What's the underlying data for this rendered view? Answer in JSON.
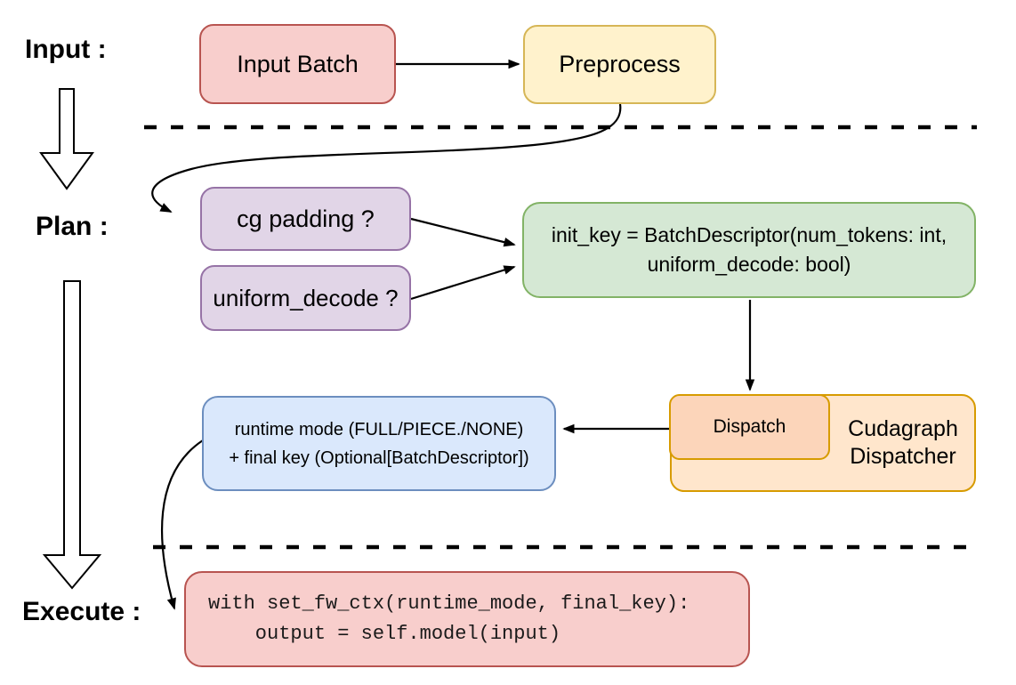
{
  "stages": {
    "input": "Input :",
    "plan": "Plan :",
    "execute": "Execute :"
  },
  "nodes": {
    "input_batch": {
      "label": "Input Batch"
    },
    "preprocess": {
      "label": "Preprocess"
    },
    "cg_padding": {
      "label": "cg padding ?"
    },
    "uniform_decode": {
      "label": "uniform_decode ?"
    },
    "init_key": {
      "line1": "init_key = BatchDescriptor(num_tokens: int,",
      "line2": "uniform_decode: bool)"
    },
    "dispatch": {
      "label": "Dispatch"
    },
    "cudagraph_dispatcher": {
      "line1": "Cudagraph",
      "line2": "Dispatcher"
    },
    "runtime_result": {
      "line1": "runtime mode (FULL/PIECE./NONE)",
      "line2": "+ final key (Optional[BatchDescriptor])"
    },
    "execute_code": {
      "line1": "with set_fw_ctx(runtime_mode, final_key):",
      "line2": "    output = self.model(input)"
    }
  },
  "colors": {
    "node_red_fill": "#f8cecc",
    "node_red_stroke": "#b85450",
    "node_yellow_fill": "#fff2cc",
    "node_yellow_stroke": "#d6b656",
    "node_purple_fill": "#e1d5e7",
    "node_purple_stroke": "#9673a6",
    "node_green_fill": "#d5e8d4",
    "node_green_stroke": "#82b366",
    "node_orange_fill": "#ffe6cc",
    "node_orange_stroke": "#d79b00",
    "node_peach_fill": "#fcd5ba",
    "node_blue_fill": "#dae8fc",
    "node_blue_stroke": "#6c8ebf",
    "connector": "#000000",
    "background": "#ffffff"
  }
}
